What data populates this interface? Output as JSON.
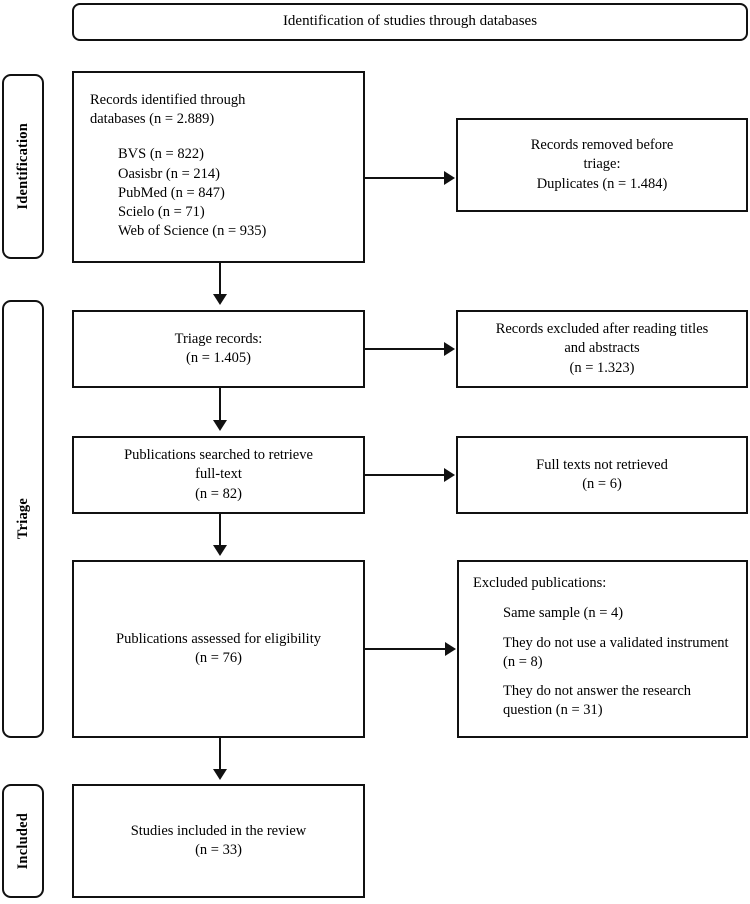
{
  "header": {
    "title": "Identification of studies through databases"
  },
  "stages": [
    {
      "label": "Identification"
    },
    {
      "label": "Triage"
    },
    {
      "label": "Included"
    }
  ],
  "boxes": {
    "records_identified": {
      "lead": "Records identified through\ndatabases (n = 2.889)",
      "databases": [
        "BVS (n = 822)",
        "Oasisbr (n = 214)",
        "PubMed (n = 847)",
        "Scielo (n = 71)",
        "Web of Science (n = 935)"
      ]
    },
    "removed_before_triage": {
      "text": "Records removed before\ntriage:\nDuplicates (n = 1.484)"
    },
    "triage_records": {
      "text": "Triage records:\n(n = 1.405)"
    },
    "excluded_titles_abstracts": {
      "text": "Records excluded after reading titles\nand abstracts\n(n = 1.323)"
    },
    "full_text_searched": {
      "text": "Publications searched to retrieve\nfull-text\n(n = 82)"
    },
    "full_texts_not_retrieved": {
      "text": "Full texts not retrieved\n(n = 6)"
    },
    "eligibility_assessed": {
      "text": "Publications assessed for eligibility\n(n = 76)"
    },
    "excluded_publications": {
      "heading": "Excluded publications:",
      "items": [
        "Same sample (n = 4)",
        "They do not use a validated\ninstrument (n = 8)",
        "They do not answer the\nresearch question (n = 31)"
      ]
    },
    "included_studies": {
      "text": "Studies included in the review\n(n = 33)"
    }
  },
  "chart_data": {
    "type": "diagram",
    "title": "Identification of studies through databases",
    "diagram_kind": "PRISMA flow diagram",
    "stages": [
      "Identification",
      "Triage",
      "Included"
    ],
    "nodes": [
      {
        "id": "records_identified",
        "stage": "Identification",
        "column": "left",
        "label": "Records identified through databases",
        "n": 2889
      },
      {
        "id": "bvs",
        "stage": "Identification",
        "column": "left",
        "label": "BVS",
        "n": 822
      },
      {
        "id": "oasisbr",
        "stage": "Identification",
        "column": "left",
        "label": "Oasisbr",
        "n": 214
      },
      {
        "id": "pubmed",
        "stage": "Identification",
        "column": "left",
        "label": "PubMed",
        "n": 847
      },
      {
        "id": "scielo",
        "stage": "Identification",
        "column": "left",
        "label": "Scielo",
        "n": 71
      },
      {
        "id": "web_of_science",
        "stage": "Identification",
        "column": "left",
        "label": "Web of Science",
        "n": 935
      },
      {
        "id": "removed_before_triage",
        "stage": "Identification",
        "column": "right",
        "label": "Records removed before triage: Duplicates",
        "n": 1484
      },
      {
        "id": "triage_records",
        "stage": "Triage",
        "column": "left",
        "label": "Triage records",
        "n": 1405
      },
      {
        "id": "excluded_titles_abstracts",
        "stage": "Triage",
        "column": "right",
        "label": "Records excluded after reading titles and abstracts",
        "n": 1323
      },
      {
        "id": "full_text_searched",
        "stage": "Triage",
        "column": "left",
        "label": "Publications searched to retrieve full-text",
        "n": 82
      },
      {
        "id": "full_texts_not_retrieved",
        "stage": "Triage",
        "column": "right",
        "label": "Full texts not retrieved",
        "n": 6
      },
      {
        "id": "eligibility_assessed",
        "stage": "Triage",
        "column": "left",
        "label": "Publications assessed for eligibility",
        "n": 76
      },
      {
        "id": "excluded_same_sample",
        "stage": "Triage",
        "column": "right",
        "label": "Same sample",
        "n": 4
      },
      {
        "id": "excluded_no_validated_instrument",
        "stage": "Triage",
        "column": "right",
        "label": "They do not use a validated instrument",
        "n": 8
      },
      {
        "id": "excluded_no_research_question",
        "stage": "Triage",
        "column": "right",
        "label": "They do not answer the research question",
        "n": 31
      },
      {
        "id": "included_studies",
        "stage": "Included",
        "column": "left",
        "label": "Studies included in the review",
        "n": 33
      }
    ],
    "edges": [
      {
        "from": "records_identified",
        "to": "removed_before_triage",
        "direction": "right"
      },
      {
        "from": "records_identified",
        "to": "triage_records",
        "direction": "down"
      },
      {
        "from": "triage_records",
        "to": "excluded_titles_abstracts",
        "direction": "right"
      },
      {
        "from": "triage_records",
        "to": "full_text_searched",
        "direction": "down"
      },
      {
        "from": "full_text_searched",
        "to": "full_texts_not_retrieved",
        "direction": "right"
      },
      {
        "from": "full_text_searched",
        "to": "eligibility_assessed",
        "direction": "down"
      },
      {
        "from": "eligibility_assessed",
        "to": "excluded_publications",
        "direction": "right"
      },
      {
        "from": "eligibility_assessed",
        "to": "included_studies",
        "direction": "down"
      }
    ]
  }
}
